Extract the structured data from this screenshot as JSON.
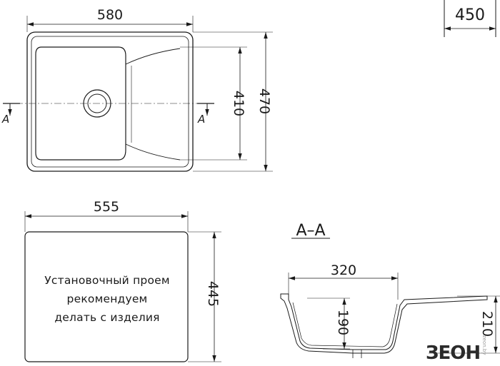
{
  "top_view": {
    "width": "580",
    "height_outer": "470",
    "height_inner": "410",
    "depth_box": "450",
    "section_mark_left": "A",
    "section_mark_right": "A"
  },
  "cutout": {
    "width": "555",
    "height": "445",
    "note_lines": [
      "Установочный проем",
      "рекомендуем",
      "делать с изделия"
    ]
  },
  "section": {
    "title": "A–A",
    "width": "320",
    "depth": "190",
    "total_depth": "210"
  },
  "watermark": {
    "logo": "ЗЕОН",
    "sub": "zeon.by"
  }
}
